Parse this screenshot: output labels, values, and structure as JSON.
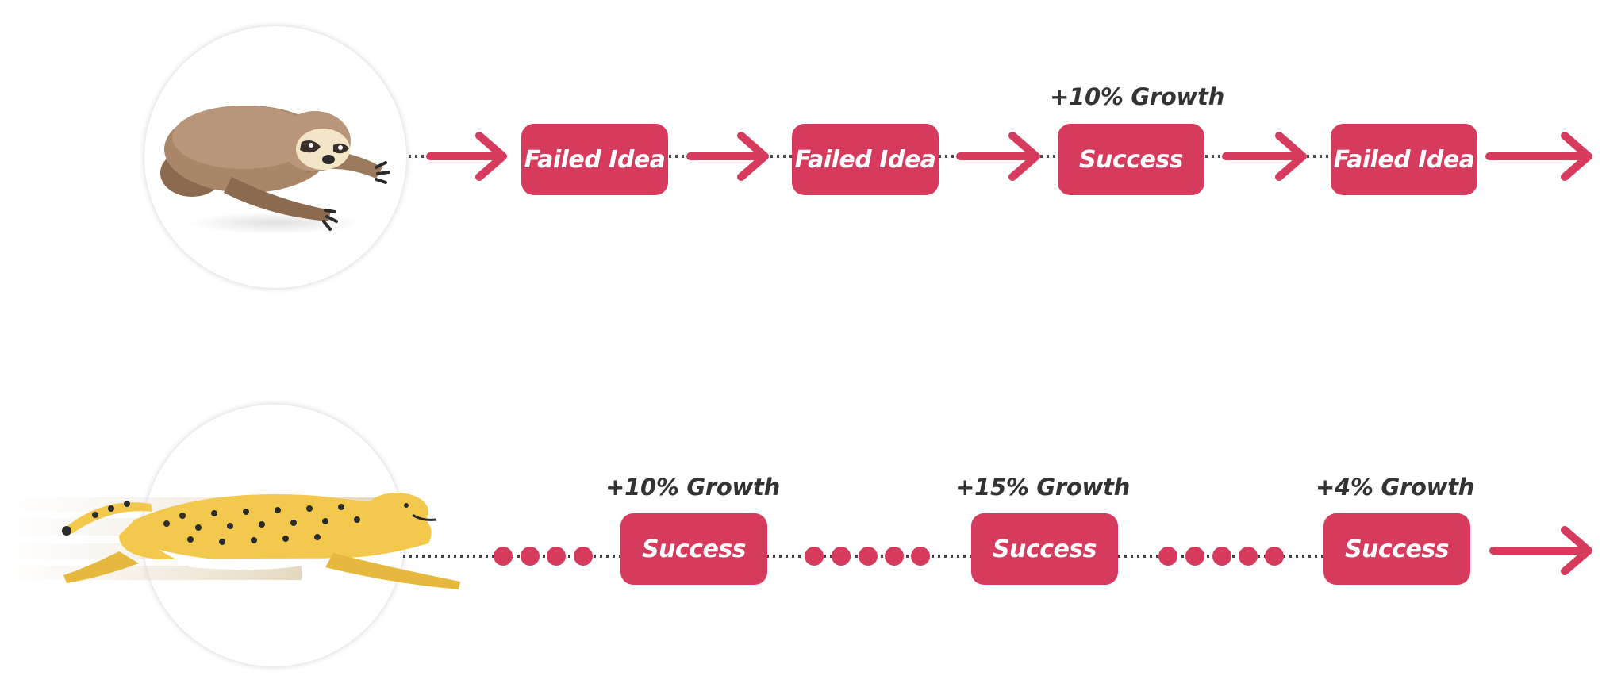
{
  "colors": {
    "accent": "#d63a5c",
    "text": "#333333",
    "dotted_line": "#444444"
  },
  "top_row": {
    "animal": "sloth",
    "steps": [
      {
        "label": "Failed Idea",
        "growth": ""
      },
      {
        "label": "Failed Idea",
        "growth": ""
      },
      {
        "label": "Success",
        "growth": "+10% Growth"
      },
      {
        "label": "Failed Idea",
        "growth": ""
      }
    ]
  },
  "bottom_row": {
    "animal": "cheetah",
    "steps": [
      {
        "label": "Success",
        "growth": "+10% Growth"
      },
      {
        "label": "Success",
        "growth": "+15% Growth"
      },
      {
        "label": "Success",
        "growth": "+4% Growth"
      }
    ]
  }
}
